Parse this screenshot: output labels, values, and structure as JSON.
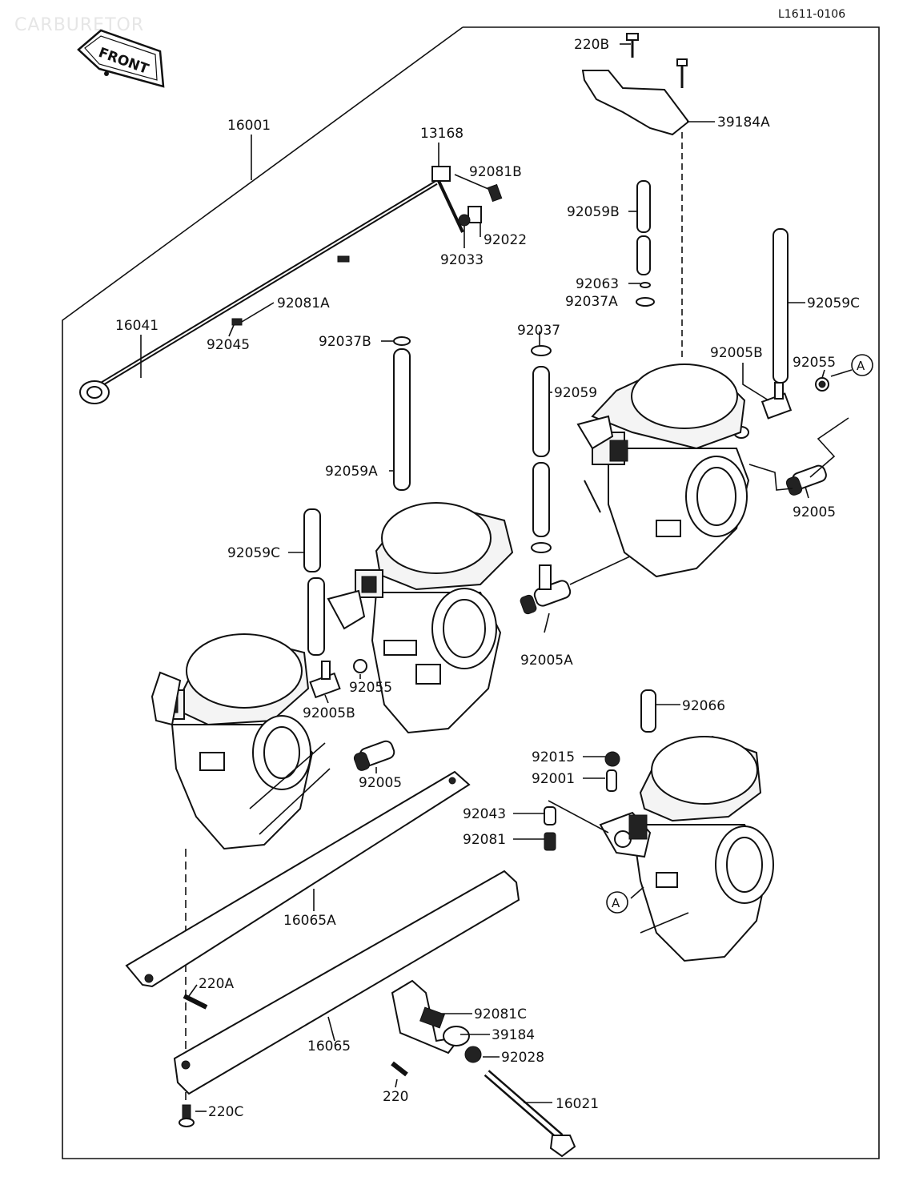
{
  "header": {
    "section_title": "CARBURETOR",
    "diagram_code": "L1611-0106",
    "front_label": "FRONT"
  },
  "callouts": [
    {
      "id": "c_220B",
      "text": "220B"
    },
    {
      "id": "c_39184A",
      "text": "39184A"
    },
    {
      "id": "c_16001",
      "text": "16001"
    },
    {
      "id": "c_13168",
      "text": "13168"
    },
    {
      "id": "c_92081B",
      "text": "92081B"
    },
    {
      "id": "c_92022",
      "text": "92022"
    },
    {
      "id": "c_92033",
      "text": "92033"
    },
    {
      "id": "c_92059B",
      "text": "92059B"
    },
    {
      "id": "c_92063",
      "text": "92063"
    },
    {
      "id": "c_92037A",
      "text": "92037A"
    },
    {
      "id": "c_92059C_r",
      "text": "92059C"
    },
    {
      "id": "c_92081A",
      "text": "92081A"
    },
    {
      "id": "c_16041",
      "text": "16041"
    },
    {
      "id": "c_92045",
      "text": "92045"
    },
    {
      "id": "c_92037B",
      "text": "92037B"
    },
    {
      "id": "c_92037",
      "text": "92037"
    },
    {
      "id": "c_92059",
      "text": "92059"
    },
    {
      "id": "c_92005B_r",
      "text": "92005B"
    },
    {
      "id": "c_92055_r",
      "text": "92055"
    },
    {
      "id": "c_A_top",
      "text": "A"
    },
    {
      "id": "c_92059A",
      "text": "92059A"
    },
    {
      "id": "c_92005_r",
      "text": "92005"
    },
    {
      "id": "c_92059C_l",
      "text": "92059C"
    },
    {
      "id": "c_92005A",
      "text": "92005A"
    },
    {
      "id": "c_92055_l",
      "text": "92055"
    },
    {
      "id": "c_92005B_l",
      "text": "92005B"
    },
    {
      "id": "c_92066",
      "text": "92066"
    },
    {
      "id": "c_92005_l",
      "text": "92005"
    },
    {
      "id": "c_92015",
      "text": "92015"
    },
    {
      "id": "c_92001",
      "text": "92001"
    },
    {
      "id": "c_92043",
      "text": "92043"
    },
    {
      "id": "c_92081",
      "text": "92081"
    },
    {
      "id": "c_A_bottom",
      "text": "A"
    },
    {
      "id": "c_16065A",
      "text": "16065A"
    },
    {
      "id": "c_220A",
      "text": "220A"
    },
    {
      "id": "c_92081C",
      "text": "92081C"
    },
    {
      "id": "c_39184",
      "text": "39184"
    },
    {
      "id": "c_92028",
      "text": "92028"
    },
    {
      "id": "c_16065",
      "text": "16065"
    },
    {
      "id": "c_220",
      "text": "220"
    },
    {
      "id": "c_16021",
      "text": "16021"
    },
    {
      "id": "c_220C",
      "text": "220C"
    }
  ]
}
